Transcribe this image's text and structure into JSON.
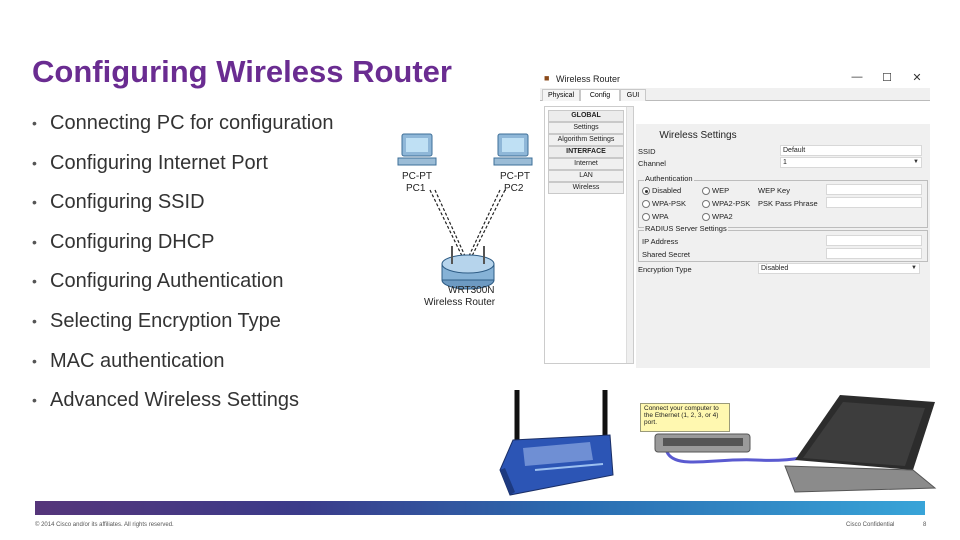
{
  "slide": {
    "title": "Configuring Wireless Router",
    "bullets": [
      "Connecting PC for configuration",
      "Configuring Internet Port",
      "Configuring SSID",
      "Configuring DHCP",
      "Configuring Authentication",
      "Selecting Encryption Type",
      "MAC authentication",
      "Advanced Wireless Settings"
    ],
    "title_color": "#6a2c91"
  },
  "window": {
    "title": "Wireless Router",
    "icon": "router-app-icon",
    "controls": [
      "—",
      "☐",
      "✕"
    ],
    "tabs": [
      "Physical",
      "Config",
      "GUI"
    ],
    "active_tab": "Config",
    "sidebar": [
      "GLOBAL",
      "Settings",
      "Algorithm Settings",
      "INTERFACE",
      "Internet",
      "LAN",
      "Wireless"
    ],
    "panel_title": "Wireless Settings",
    "ssid_label": "SSID",
    "ssid_value": "Default",
    "channel_label": "Channel",
    "channel_value": "1",
    "auth_group": "Authentication",
    "auth_options": [
      "Disabled",
      "WEP",
      "WPA-PSK",
      "WPA2-PSK",
      "WPA",
      "WPA2"
    ],
    "auth_selected": "Disabled",
    "wep_key_label": "WEP Key",
    "psk_label": "PSK Pass Phrase",
    "radius_group": "RADIUS Server Settings",
    "ip_label": "IP Address",
    "secret_label": "Shared Secret",
    "encryption_label": "Encryption Type",
    "encryption_value": "Disabled"
  },
  "topology": {
    "pc1_labels": [
      "PC-PT",
      "PC1"
    ],
    "pc2_labels": [
      "PC-PT",
      "PC2"
    ],
    "router_labels": [
      "WRT300N",
      "Wireless Router"
    ]
  },
  "photo": {
    "callout": "Connect your computer to the Ethernet (1, 2, 3, or 4) port."
  },
  "footer": {
    "copyright": "© 2014 Cisco and/or its affiliates. All rights reserved.",
    "confidential": "Cisco Confidential",
    "page": "8"
  }
}
